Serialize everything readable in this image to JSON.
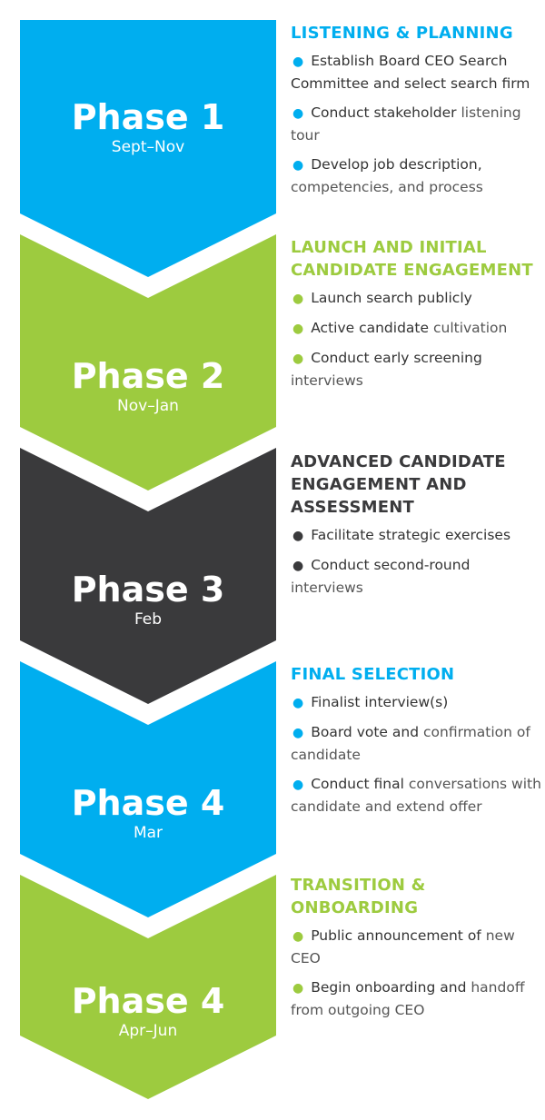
{
  "colors": {
    "blue": "#00AEEF",
    "green": "#9DCB3F",
    "dark": "#3A3A3C"
  },
  "phases": [
    {
      "title": "Phase 1",
      "dates": "Sept–Nov",
      "color": "blue",
      "heading": "LISTENING & PLANNING",
      "items": [
        {
          "lead": "Establish Board CEO Search Committee and select search firm",
          "rest": ""
        },
        {
          "lead": "Conduct stakeholder",
          "rest": "listening tour"
        },
        {
          "lead": "Develop job description,",
          "rest": "competencies, and process"
        }
      ]
    },
    {
      "title": "Phase 2",
      "dates": "Nov–Jan",
      "color": "green",
      "heading": "LAUNCH AND INITIAL CANDIDATE ENGAGEMENT",
      "items": [
        {
          "lead": "Launch search publicly",
          "rest": ""
        },
        {
          "lead": "Active candidate",
          "rest": "cultivation"
        },
        {
          "lead": "Conduct early screening",
          "rest": "interviews"
        }
      ]
    },
    {
      "title": "Phase 3",
      "dates": "Feb",
      "color": "dark",
      "heading": "ADVANCED CANDIDATE ENGAGEMENT AND ASSESSMENT",
      "items": [
        {
          "lead": "Facilitate strategic exercises",
          "rest": ""
        },
        {
          "lead": "Conduct second-round",
          "rest": "interviews"
        }
      ]
    },
    {
      "title": "Phase 4",
      "dates": "Mar",
      "color": "blue",
      "heading": "FINAL SELECTION",
      "items": [
        {
          "lead": "Finalist interview(s)",
          "rest": ""
        },
        {
          "lead": "Board vote and",
          "rest": "confirmation of candidate"
        },
        {
          "lead": "Conduct final",
          "rest": "conversations with candidate and extend offer"
        }
      ]
    },
    {
      "title": "Phase 4",
      "dates": "Apr–Jun",
      "color": "green",
      "heading": "TRANSITION & ONBOARDING",
      "items": [
        {
          "lead": "Public announcement of",
          "rest": "new CEO"
        },
        {
          "lead": "Begin onboarding and",
          "rest": "handoff from outgoing CEO"
        }
      ]
    }
  ]
}
